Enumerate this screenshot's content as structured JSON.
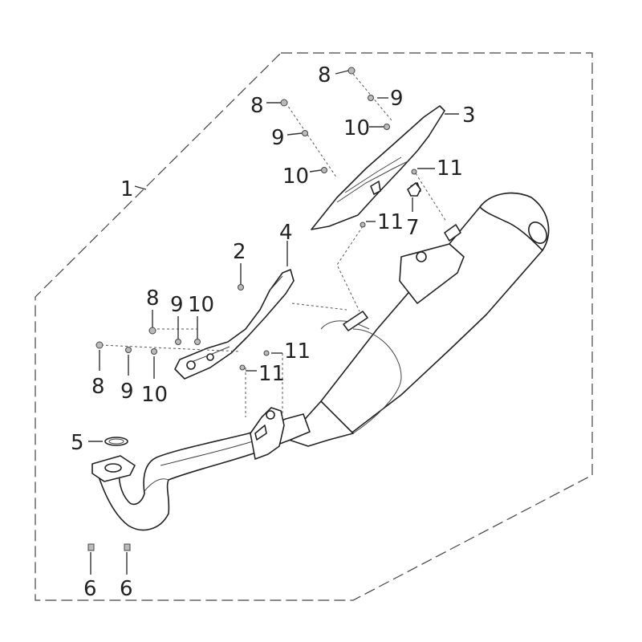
{
  "diagram": {
    "callouts": {
      "c1": "1",
      "c2": "2",
      "c3": "3",
      "c4": "4",
      "c5": "5",
      "c6a": "6",
      "c6b": "6",
      "c7": "7",
      "c8a": "8",
      "c8b": "8",
      "c8c": "8",
      "c8d": "8",
      "c9a": "9",
      "c9b": "9",
      "c9c": "9",
      "c9d": "9",
      "c10a": "10",
      "c10b": "10",
      "c10c": "10",
      "c10d": "10",
      "c11a": "11",
      "c11b": "11",
      "c11c": "11",
      "c11d": "11"
    }
  }
}
